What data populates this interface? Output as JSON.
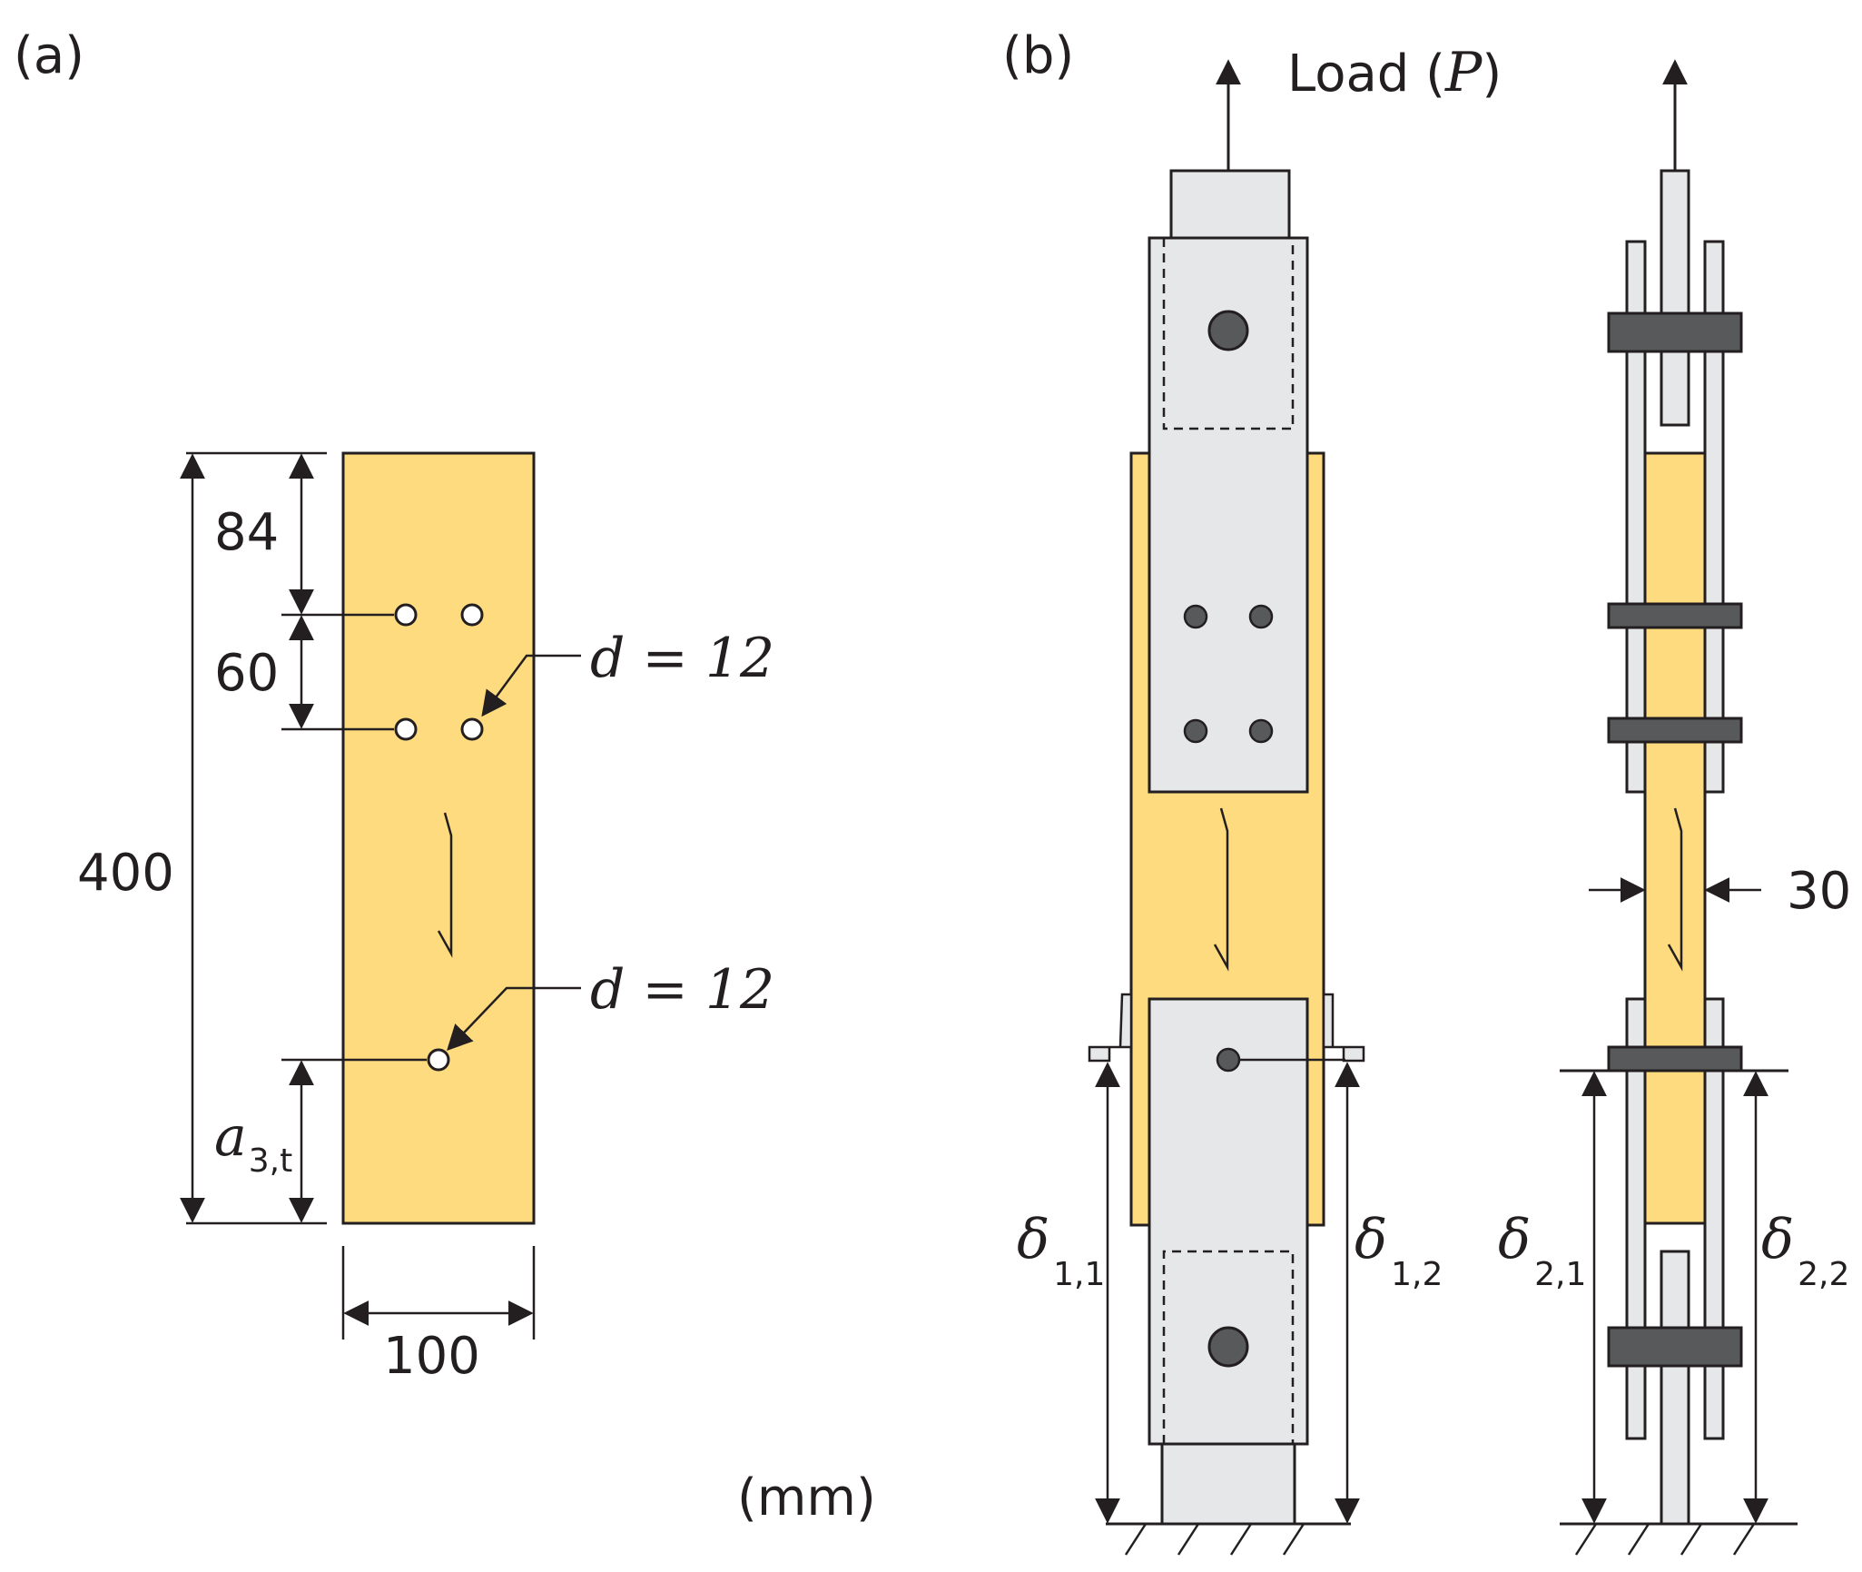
{
  "figure_a": {
    "panel_label": "(a)",
    "dim_top": "84",
    "dim_spacing": "60",
    "dim_length": "400",
    "dim_width": "100",
    "hole_label_1": "d = 12",
    "hole_label_2": "d = 12",
    "end_distance_symbol": "a",
    "end_distance_sub": "3,t",
    "units": "(mm)"
  },
  "figure_b": {
    "panel_label": "(b)",
    "load_label": "Load (",
    "load_symbol": "P",
    "load_close": ")",
    "thickness": "30",
    "delta_symbol": "δ",
    "delta_1_1": "1,1",
    "delta_1_2": "1,2",
    "delta_2_1": "2,1",
    "delta_2_2": "2,2"
  },
  "colors": {
    "timber": "#fddb7e",
    "steel": "#e6e7e8",
    "bolt": "#58595b",
    "line": "#231f20"
  }
}
